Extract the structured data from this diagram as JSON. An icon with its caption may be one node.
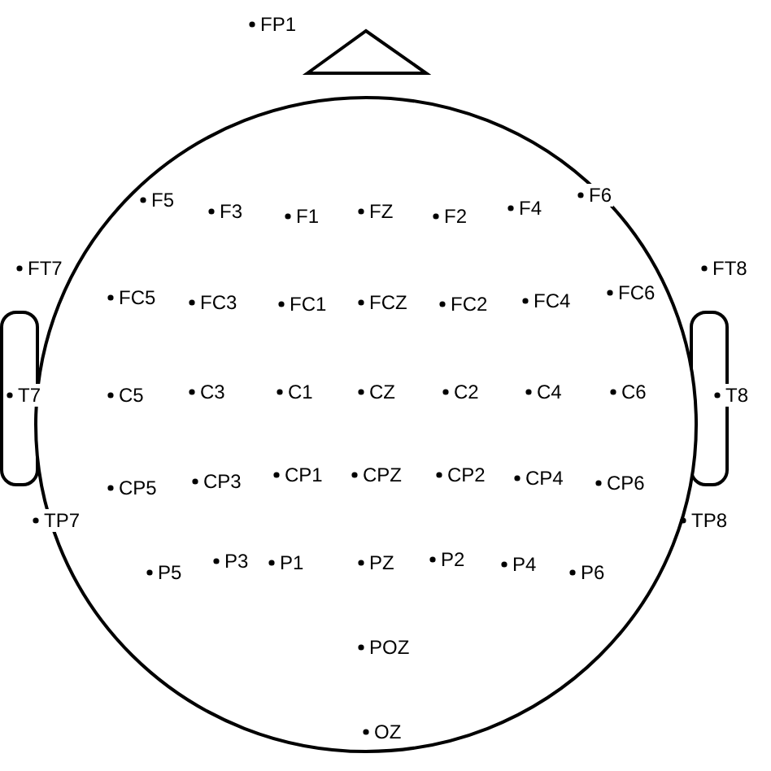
{
  "diagram": {
    "labels": [
      "FP1",
      "F5",
      "F3",
      "F1",
      "FZ",
      "F2",
      "F4",
      "F6",
      "FT7",
      "FC5",
      "FC3",
      "FC1",
      "FCZ",
      "FC2",
      "FC4",
      "FC6",
      "FT8",
      "T7",
      "C5",
      "C3",
      "C1",
      "CZ",
      "C2",
      "C4",
      "C6",
      "T8",
      "CP5",
      "CP3",
      "CP1",
      "CPZ",
      "CP2",
      "CP4",
      "CP6",
      "TP7",
      "TP8",
      "P5",
      "P3",
      "P1",
      "PZ",
      "P2",
      "P4",
      "P6",
      "POZ",
      "OZ"
    ]
  }
}
